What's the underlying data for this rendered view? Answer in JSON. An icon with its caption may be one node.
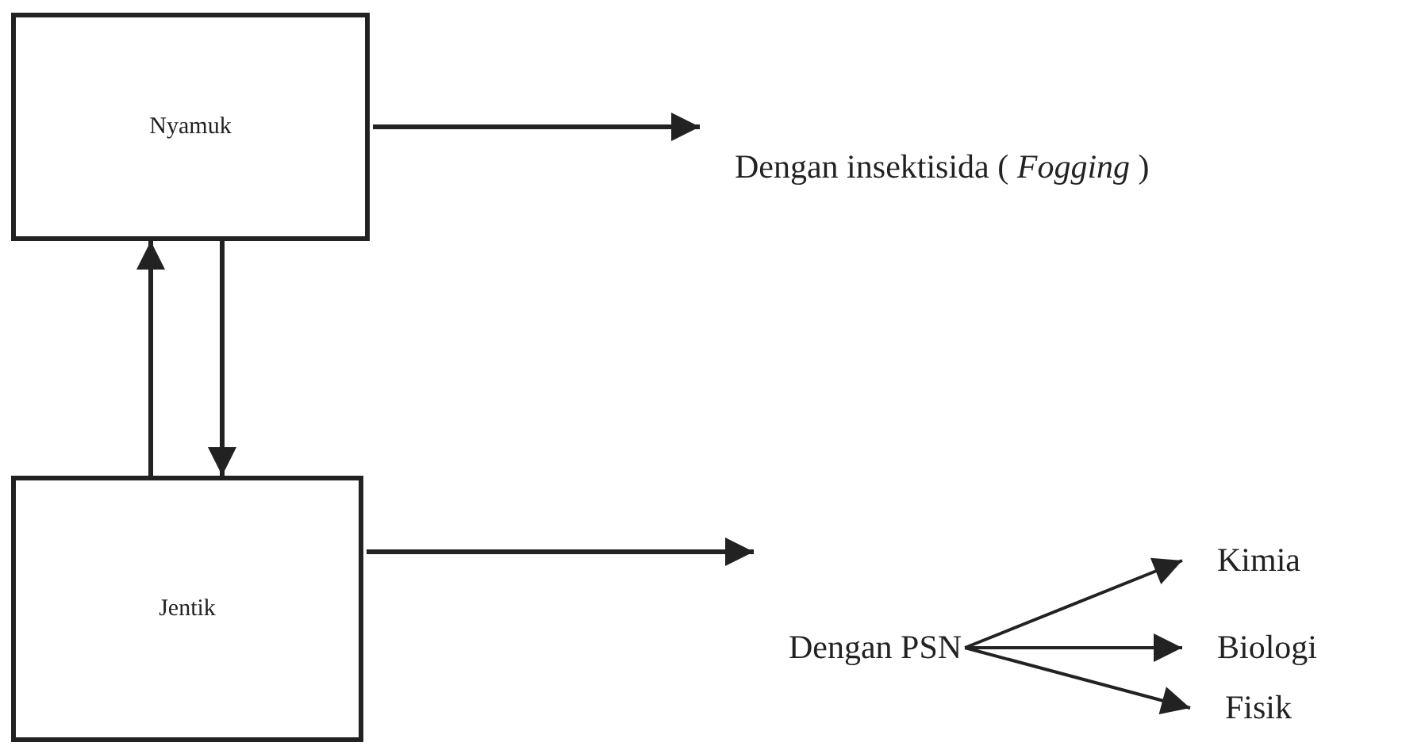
{
  "diagram": {
    "nodes": [
      {
        "text": [
          "Nyamuk"
        ]
      },
      {
        "text": [
          "Jentik"
        ]
      },
      {
        "text": [
          "Dengan insektisida ( *Fogging* )"
        ]
      },
      {
        "text": [
          "Dengan PSN"
        ]
      },
      {
        "text": [
          "Kimia"
        ]
      },
      {
        "text": [
          "Biologi"
        ]
      },
      {
        "text": [
          "Fisik"
        ]
      }
    ],
    "edges": [
      {
        "from": 0,
        "to": 2,
        "arrow": "to"
      },
      {
        "from": 0,
        "to": 1,
        "arrow": "to"
      },
      {
        "from": 1,
        "to": 0,
        "arrow": "to"
      },
      {
        "from": 1,
        "to": 3,
        "arrow": "to"
      },
      {
        "from": 3,
        "to": 4,
        "arrow": "to"
      },
      {
        "from": 3,
        "to": 5,
        "arrow": "to"
      },
      {
        "from": 3,
        "to": 6,
        "arrow": "to"
      }
    ]
  }
}
